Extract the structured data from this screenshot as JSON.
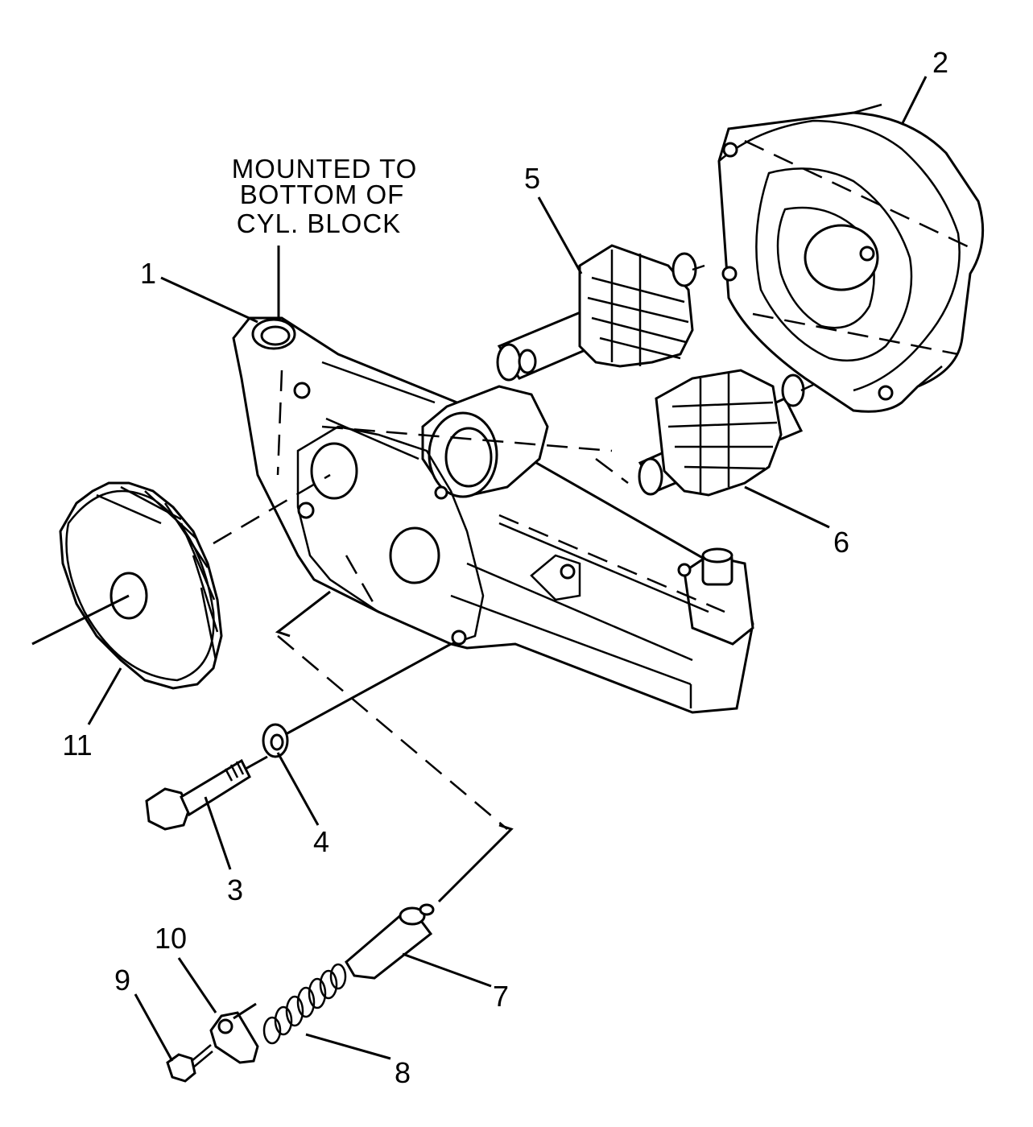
{
  "note": {
    "line1": "MOUNTED TO",
    "line2": "BOTTOM OF",
    "line3": "CYL. BLOCK"
  },
  "callouts": {
    "c1": "1",
    "c2": "2",
    "c3": "3",
    "c4": "4",
    "c5": "5",
    "c6": "6",
    "c7": "7",
    "c8": "8",
    "c9": "9",
    "c10": "10",
    "c11": "11"
  }
}
